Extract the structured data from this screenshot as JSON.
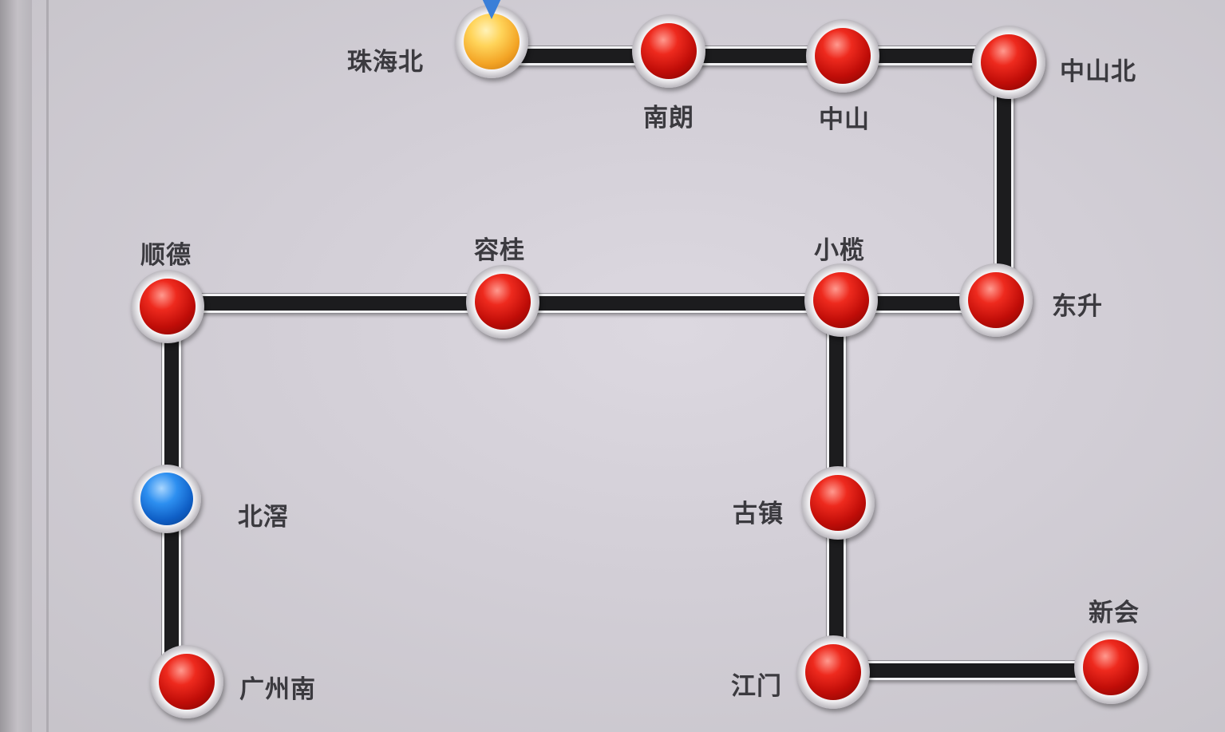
{
  "stations": {
    "zhuhai_north": {
      "name": "珠海北",
      "status_color": "#f3b233"
    },
    "nanlang": {
      "name": "南朗",
      "status_color": "#d21410"
    },
    "zhongshan": {
      "name": "中山",
      "status_color": "#d21410"
    },
    "zhongshan_north": {
      "name": "中山北",
      "status_color": "#d21410"
    },
    "shunde": {
      "name": "顺德",
      "status_color": "#d21410"
    },
    "ronggui": {
      "name": "容桂",
      "status_color": "#d21410"
    },
    "xiaolan": {
      "name": "小榄",
      "status_color": "#d21410"
    },
    "dongsheng": {
      "name": "东升",
      "status_color": "#d21410"
    },
    "beijiao": {
      "name": "北滘",
      "status_color": "#1f78e0"
    },
    "guangzhou_south": {
      "name": "广州南",
      "status_color": "#d21410"
    },
    "guzhen": {
      "name": "古镇",
      "status_color": "#d21410"
    },
    "jiangmen": {
      "name": "江门",
      "status_color": "#d21410"
    },
    "xinhui": {
      "name": "新会",
      "status_color": "#d21410"
    }
  },
  "colors": {
    "track": "#1c1c1e",
    "track_edge": "#f2f2f4",
    "background": "#d2ced6",
    "label": "#3b3a3f",
    "current_marker": "#3a7fd8"
  },
  "icons": {
    "current_position": "location-pin-icon"
  }
}
